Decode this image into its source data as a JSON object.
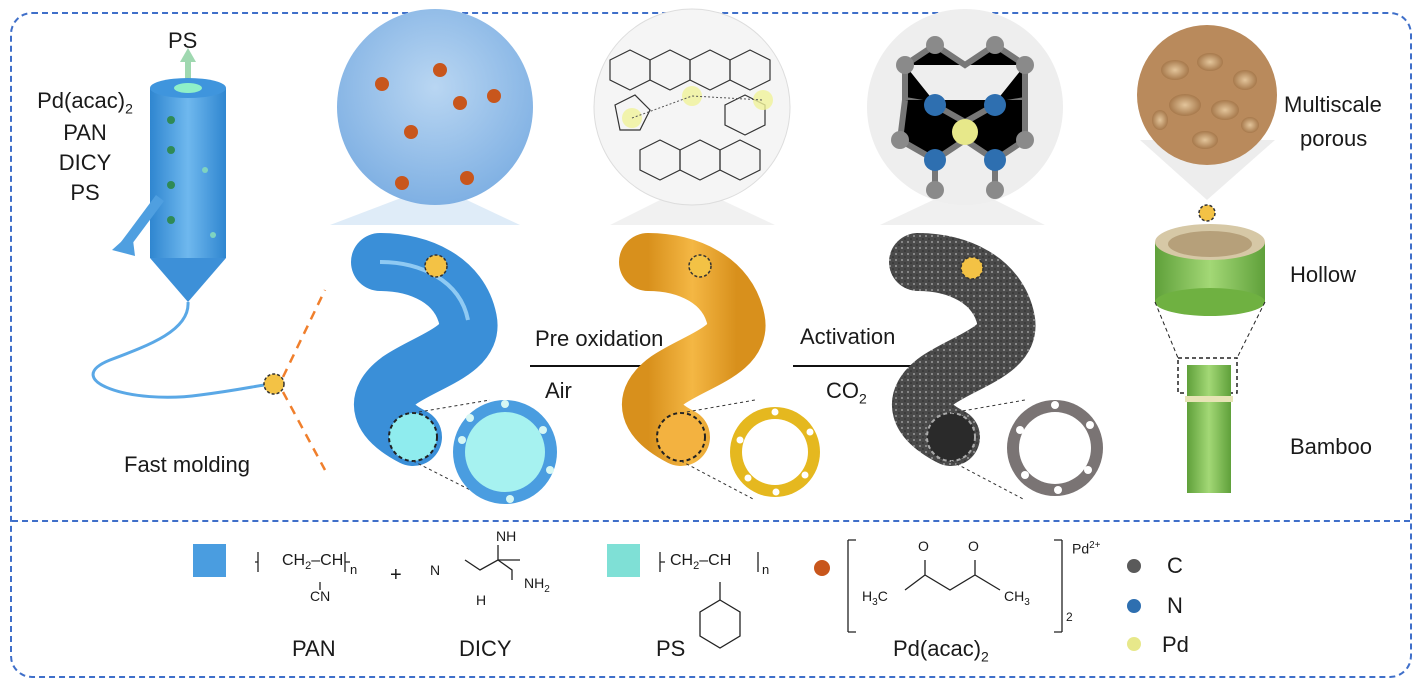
{
  "stages": {
    "ps_label": "PS",
    "precursors_line1": "Pd(acac)",
    "precursors_line1_sub": "2",
    "precursors_line2": "PAN",
    "precursors_line3": "DICY",
    "precursors_line4": "PS",
    "fast_molding": "Fast molding",
    "pre_oxidation": "Pre oxidation",
    "air": "Air",
    "activation": "Activation",
    "co2": "CO",
    "co2_sub": "2",
    "multiscale": "Multiscale",
    "porous": "porous",
    "hollow": "Hollow",
    "bamboo": "Bamboo"
  },
  "legend": {
    "pan": "PAN",
    "dicy": "DICY",
    "ps": "PS",
    "pd_acac": "Pd(acac)",
    "pd_acac_sub": "2",
    "atom_c": "C",
    "atom_n": "N",
    "atom_pd": "Pd",
    "pan_formula_ch2": "CH",
    "pan_formula_ch": "CH",
    "pan_formula_cn": "CN",
    "pan_n": "n",
    "plus": "+",
    "dicy_nh": "NH",
    "dicy_n": "N",
    "dicy_h": "H",
    "dicy_nh2": "NH",
    "ps_formula_ch2": "CH",
    "ps_formula_ch": "CH",
    "ps_n": "n",
    "acac_o1": "O",
    "acac_o2": "O",
    "acac_h3c": "H",
    "acac_ch3": "CH",
    "acac_pd": "Pd",
    "acac_pd_charge": "2+",
    "acac_n": "2"
  },
  "colors": {
    "frame": "#3f6fc9",
    "pan_blue": "#4a9de0",
    "ps_teal": "#7fe0d6",
    "pd_orange": "#c8561c",
    "oxidized_orange": "#e8a531",
    "carbon_gray": "#5a5a5a",
    "nitrogen_blue": "#2e6fb0",
    "pd_yellow": "#e7e88a",
    "bamboo_green": "#7ec24e"
  }
}
